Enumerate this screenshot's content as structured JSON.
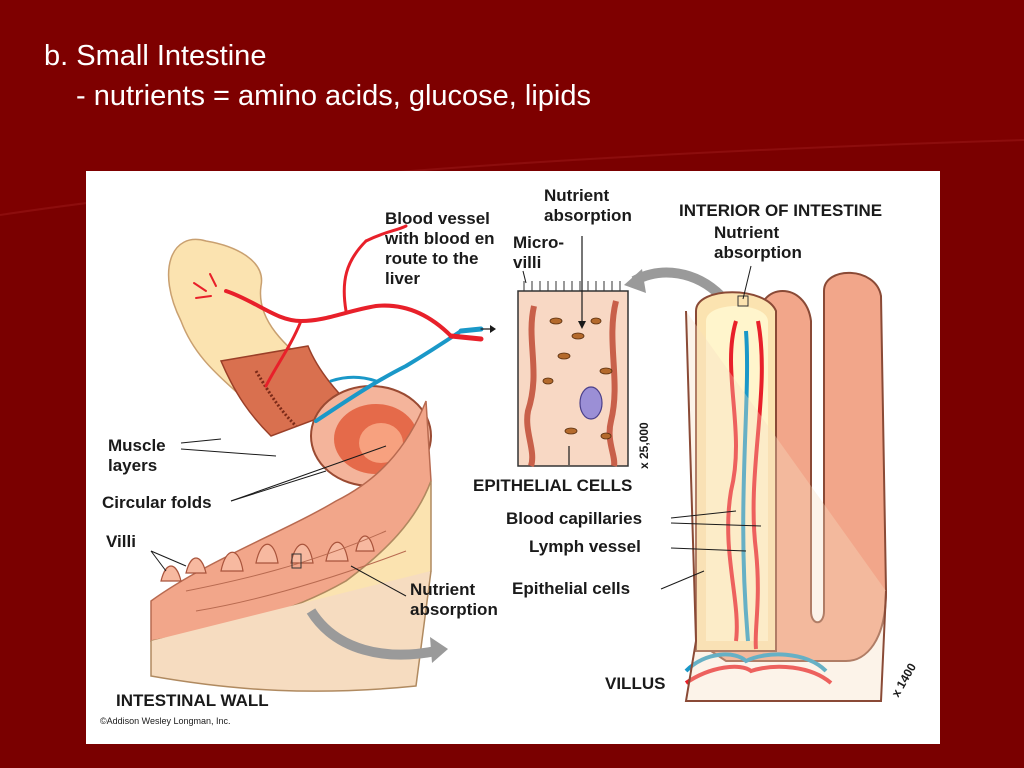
{
  "slide": {
    "heading": "b. Small Intestine",
    "subheading": "- nutrients = amino acids, glucose, lipids"
  },
  "colors": {
    "background": "#7a0000",
    "blood_red": "#e8202a",
    "lymph_blue": "#1a98c8",
    "tissue_pink": "#f2a68a",
    "muscle": "#d9704f",
    "mucosa_cream": "#fbe3b0",
    "arrow_gray": "#9a9a9a"
  },
  "figure": {
    "labels": {
      "blood_vessel": "Blood vessel with blood en route to the liver",
      "nutrient_absorption_top": "Nutrient absorption",
      "microvilli": "Micro- villi",
      "interior_title": "INTERIOR OF INTESTINE",
      "interior_nutrient": "Nutrient absorption",
      "magnification_cells": "x 25,000",
      "epithelial_cells_title": "EPITHELIAL CELLS",
      "muscle_layers": "Muscle layers",
      "circular_folds": "Circular folds",
      "villi": "Villi",
      "nutrient_absorption_wall": "Nutrient absorption",
      "blood_capillaries": "Blood capillaries",
      "lymph_vessel": "Lymph vessel",
      "epithelial_cells": "Epithelial cells",
      "intestinal_wall": "INTESTINAL WALL",
      "villus": "VILLUS",
      "magnification_villus": "x 1400",
      "copyright": "©Addison Wesley Longman, Inc."
    }
  }
}
